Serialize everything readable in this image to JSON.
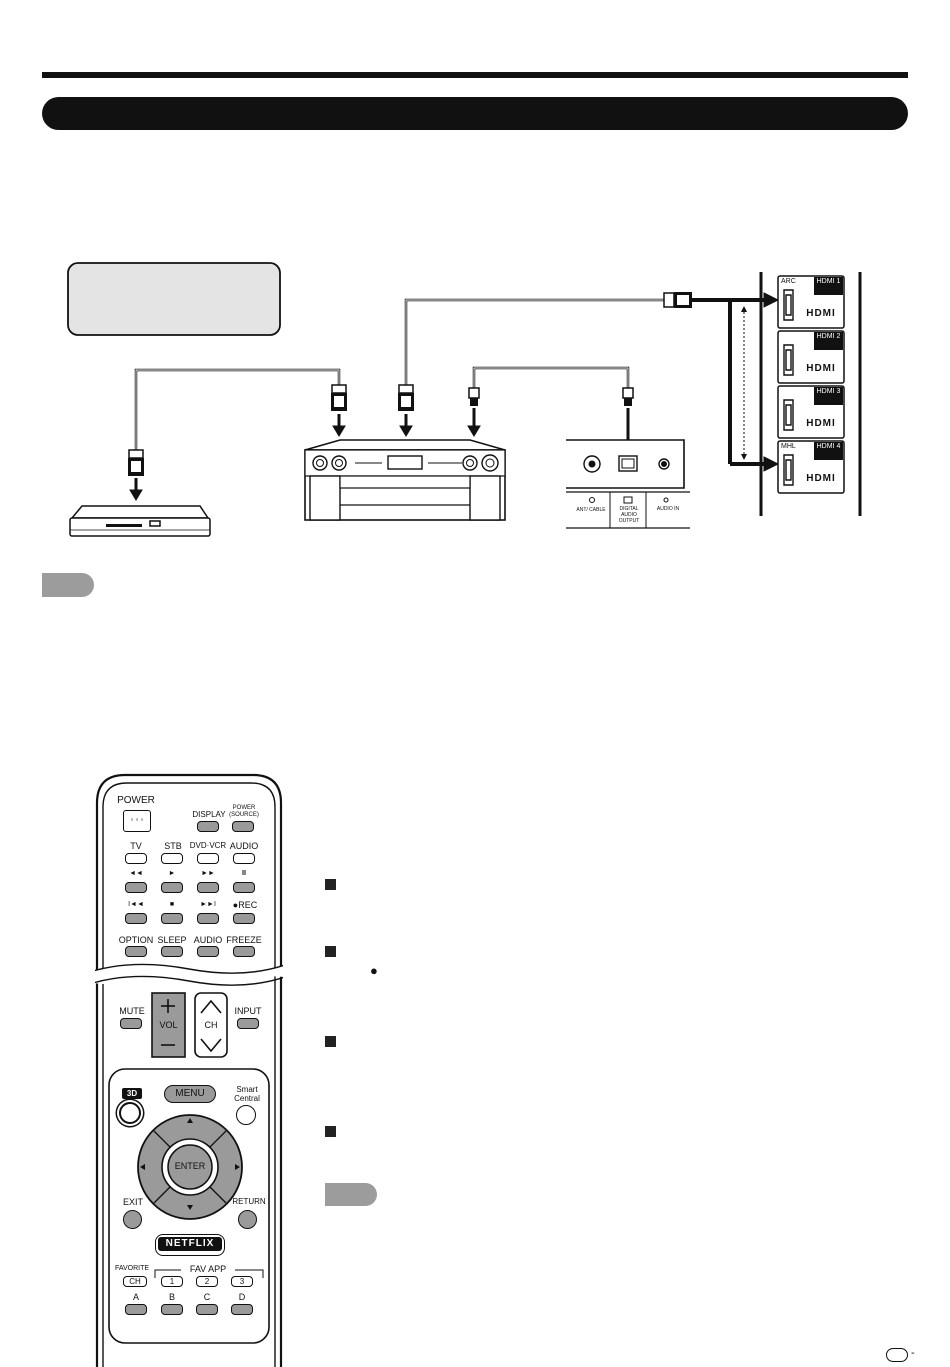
{
  "diagram": {
    "hdmi_ports": [
      {
        "top_label": "HDMI 1",
        "side_label": "ARC",
        "logo": "HDMI"
      },
      {
        "top_label": "HDMI 2",
        "side_label": "",
        "logo": "HDMI"
      },
      {
        "top_label": "HDMI 3",
        "side_label": "",
        "logo": "HDMI"
      },
      {
        "top_label": "HDMI 4",
        "side_label": "MHL",
        "logo": "HDMI"
      }
    ],
    "tv_panel_labels": {
      "ant": "ANT/ CABLE",
      "digital": "DIGITAL AUDIO OUTPUT",
      "audio_in": "AUDIO IN"
    }
  },
  "remote": {
    "power": "POWER",
    "display": "DISPLAY",
    "power_source": "POWER (SOURCE)",
    "tv": "TV",
    "stb": "STB",
    "dvd_vcr": "DVD·VCR",
    "audio_top": "AUDIO",
    "rec": "●REC",
    "option": "OPTION",
    "sleep": "SLEEP",
    "audio": "AUDIO",
    "freeze": "FREEZE",
    "mute": "MUTE",
    "vol": "VOL",
    "ch": "CH",
    "input": "INPUT",
    "three_d": "3D",
    "menu": "MENU",
    "smart_central": "Smart Central",
    "enter": "ENTER",
    "exit": "EXIT",
    "return": "RETURN",
    "netflix": "NETFLIX",
    "fav_app": "FAV APP",
    "favorite": "FAVORITE",
    "fav_ch": "CH",
    "fav_1": "1",
    "fav_2": "2",
    "fav_3": "3",
    "a": "A",
    "b": "B",
    "c": "C",
    "d": "D"
  },
  "bullet_glyph": "●",
  "page_suffix": "-",
  "colors": {
    "dark": "#111111",
    "note_gray": "#9c9c9c",
    "box_gray": "#e4e4e4",
    "button_gray": "#9a9a9a"
  }
}
